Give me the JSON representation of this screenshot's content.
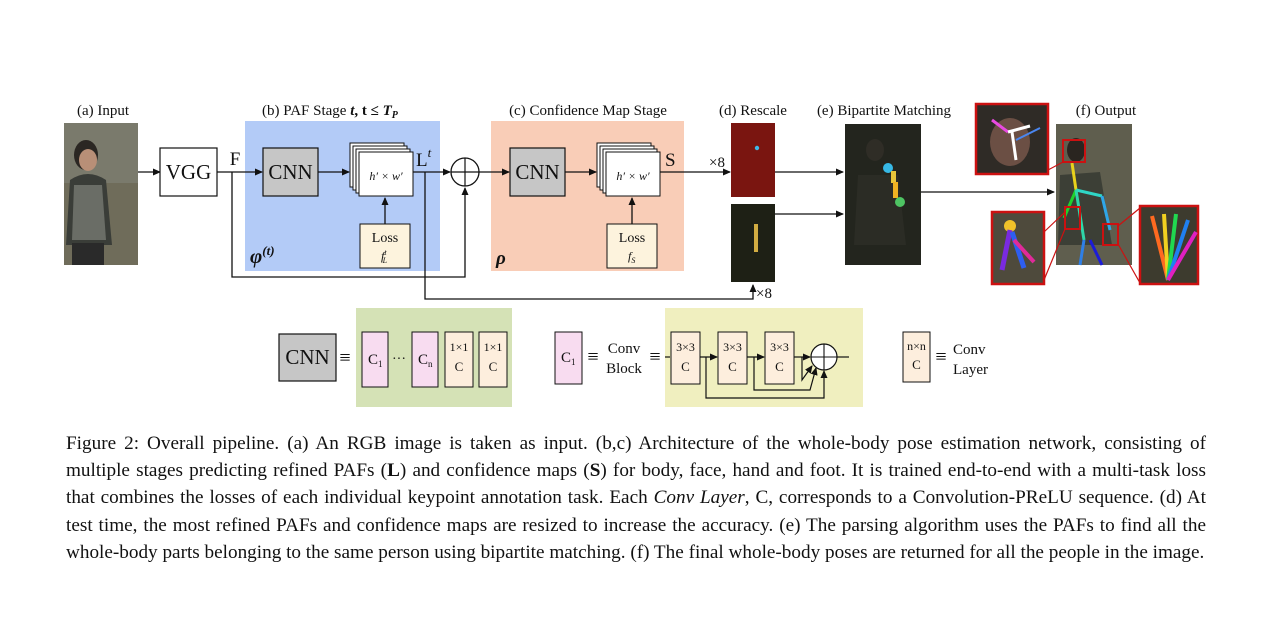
{
  "figure": {
    "labels": {
      "input": "(a) Input",
      "paf_stage_prefix": "(b) PAF Stage ",
      "paf_stage_t": "t",
      "paf_stage_cond_pre": ",  t ≤ ",
      "paf_stage_T": "T",
      "paf_stage_P": "P",
      "confidence_stage": "(c) Confidence Map Stage",
      "rescale": "(d) Rescale",
      "bipartite": "(e) Bipartite Matching",
      "output": "(f) Output"
    },
    "pipeline": {
      "vgg": "VGG",
      "F": "F",
      "cnn": "CNN",
      "feature_map": "h′ × w′",
      "L": "L",
      "t_sup": "t",
      "S": "S",
      "times8": "×8",
      "loss": "Loss",
      "loss_f": "f",
      "loss_L_sub": "L",
      "loss_L_sup": "t",
      "loss_S_sub": "S",
      "phi": "φ",
      "phi_sup": "(t)",
      "rho": "ρ"
    },
    "legend": {
      "cnn": "CNN",
      "equiv": "≡",
      "c1": "C",
      "c1_sub": "1",
      "dots": "···",
      "cn": "C",
      "cn_sub": "n",
      "one_by_one": "1×1",
      "c": "C",
      "conv_block_line1": "Conv",
      "conv_block_line2": "Block",
      "three_by_three": "3×3",
      "nxn": "n×n",
      "conv_layer_line1": "Conv",
      "conv_layer_line2": "Layer"
    },
    "colors": {
      "paf_stage_bg": "#b3cbf7",
      "conf_stage_bg": "#f9cdb7",
      "cnn_box": "#c6c6c6",
      "loss_box": "#fdf3dd",
      "legend_green": "#d5e2b6",
      "legend_yellow": "#f0efbf",
      "c1_pink": "#f8dcf0",
      "conv_tan": "#fdeedd",
      "highlight_red": "#cc1111"
    }
  },
  "caption": {
    "label": "Figure 2:",
    "p1": "Overall pipeline.  (a) An RGB image is taken as input.  (b,c) Architecture of the whole-body pose estimation network, consisting of multiple stages predicting refined PAFs (",
    "bold_L": "L",
    "p2": ") and confidence maps (",
    "bold_S": "S",
    "p3": ") for body, face, hand and foot. It is trained end-to-end with a multi-task loss that combines the losses of each individual keypoint annotation task. Each ",
    "em_conv_layer": "Conv Layer",
    "p4": ", C, corresponds to a Convolution-PReLU sequence. (d) At test time, the most refined PAFs and confidence maps are resized to increase the accuracy. (e) The parsing algorithm uses the PAFs to find all the whole-body parts belonging to the same person using bipartite matching. (f) The final whole-body poses are returned for all the people in the image."
  }
}
